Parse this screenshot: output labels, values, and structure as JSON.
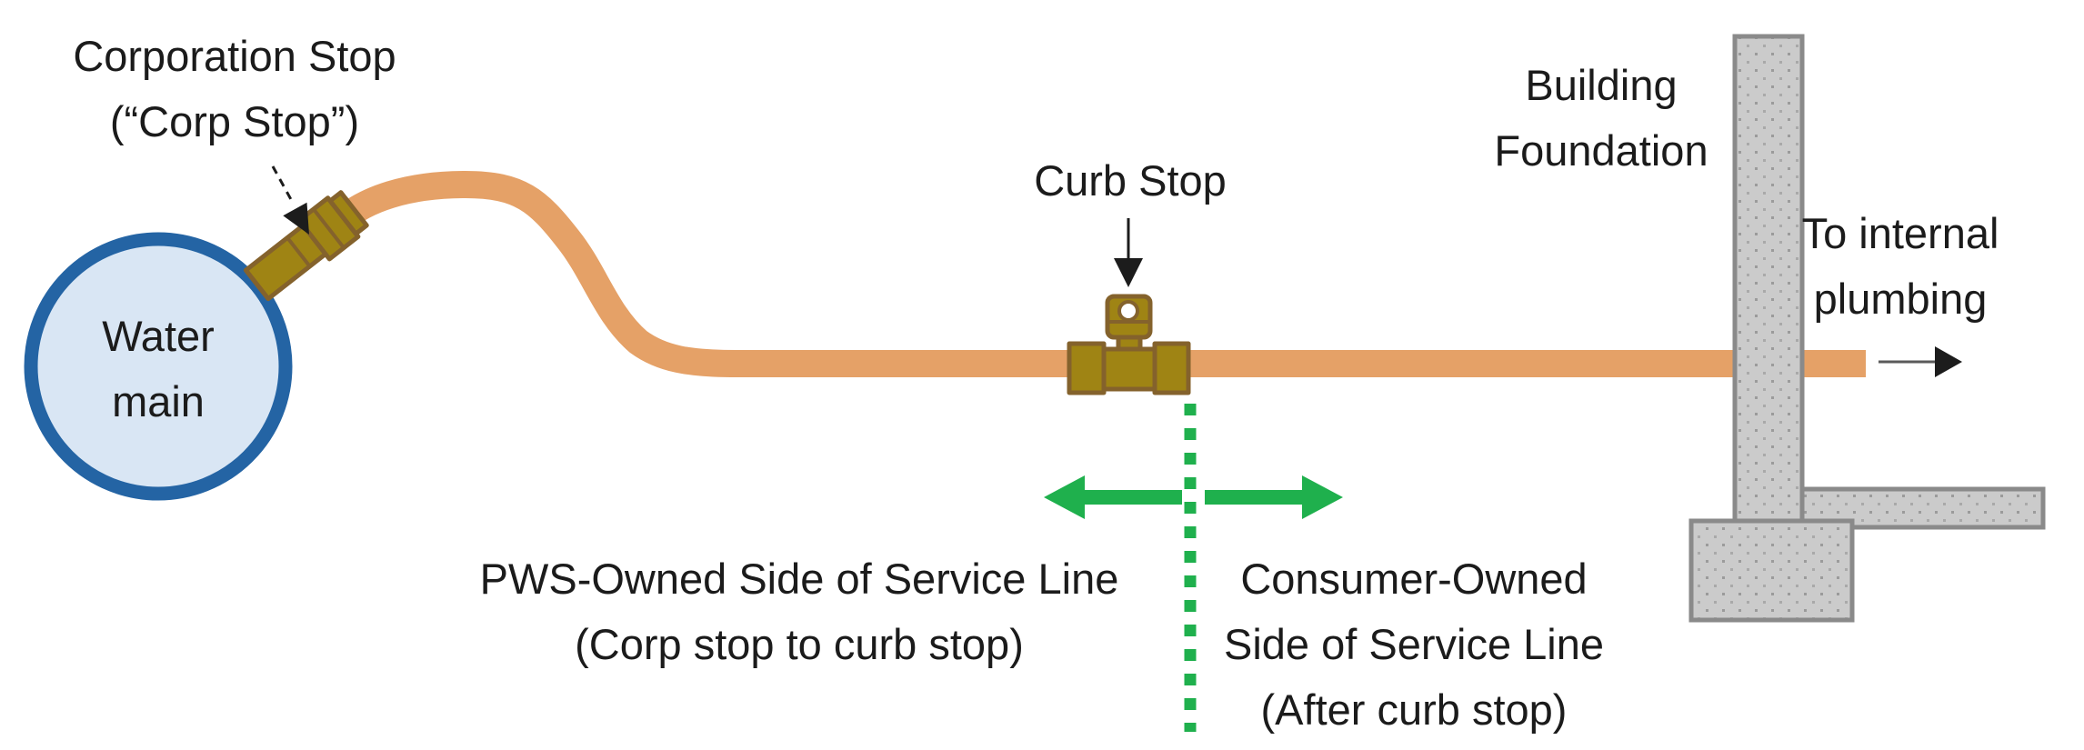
{
  "labels": {
    "corporation_stop": "Corporation Stop\n(“Corp Stop”)",
    "water_main": "Water\nmain",
    "curb_stop": "Curb Stop",
    "building_foundation": "Building\nFoundation",
    "to_internal_plumbing": "To internal\nplumbing",
    "pws_owned_side": "PWS-Owned Side of Service Line\n(Corp stop to curb stop)",
    "consumer_owned_side": "Consumer-Owned\nSide of Service Line\n(After curb stop)"
  },
  "colors": {
    "service_line_pipe": "#e5a167",
    "brass_fitting_fill": "#9f8414",
    "brass_fitting_outline": "#84622c",
    "water_main_fill": "#d9e6f4",
    "water_main_border": "#2464a4",
    "foundation_fill": "#cbcbcb",
    "foundation_border": "#8a8a8a",
    "ownership_green": "#1fb04d",
    "text": "#1b1b1b"
  }
}
